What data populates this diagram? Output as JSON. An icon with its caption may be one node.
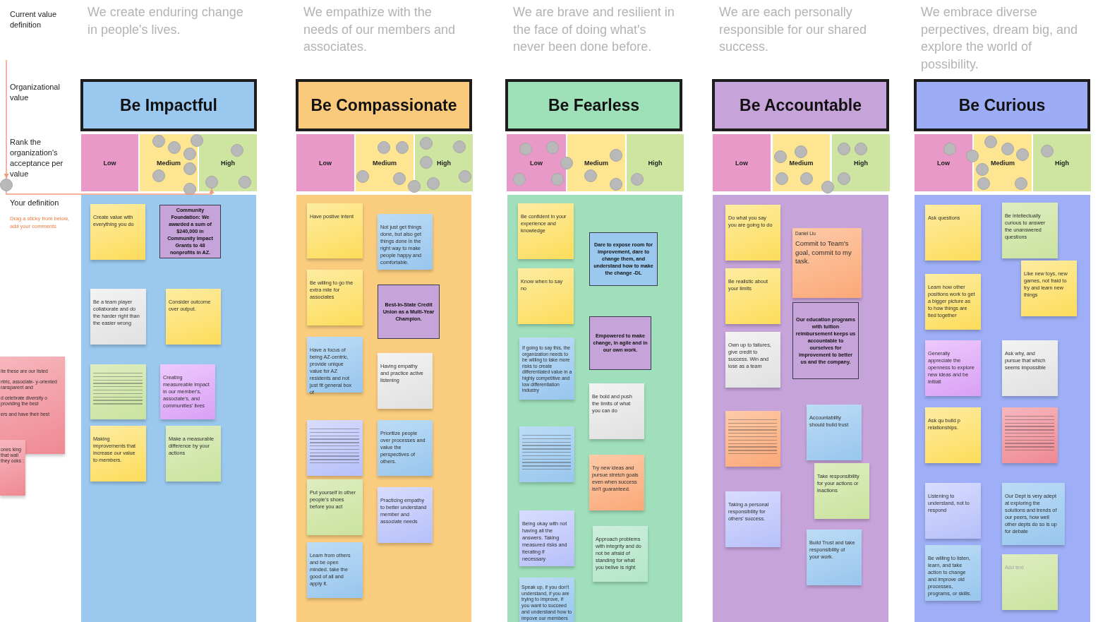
{
  "diagram": {
    "nodes": [
      {
        "text": [],
        "shape": "circle"
      },
      {
        "text": [
          "ite these are our listed",
          "ntric, associate- y-oriented ransparent and",
          "d celebrate diversity o providing the best",
          "ers and have their best"
        ]
      },
      {
        "text": [
          "ones king that wall they ooks :"
        ]
      },
      {
        "text": [
          "Be Impactful"
        ]
      },
      {
        "text": [
          "Low"
        ]
      },
      {
        "text": [
          "Medium"
        ]
      },
      {
        "text": [
          "High"
        ]
      },
      {
        "text": [],
        "shape": "circle",
        "in": 5
      },
      {
        "text": [],
        "shape": "circle",
        "in": 5
      },
      {
        "text": [],
        "shape": "circle"
      },
      {
        "text": [],
        "shape": "circle",
        "in": 5
      },
      {
        "text": [],
        "shape": "circle",
        "in": 5
      },
      {
        "text": [],
        "shape": "circle",
        "in": 5
      },
      {
        "text": [],
        "shape": "circle"
      },
      {
        "text": [],
        "shape": "circle",
        "in": 6
      },
      {
        "text": [],
        "shape": "circle",
        "in": 6
      },
      {
        "text": [],
        "shape": "circle",
        "in": 6
      },
      {
        "text": [],
        "shape": "box"
      },
      {
        "text": [
          "Create value with everything you do"
        ],
        "in": 17
      },
      {
        "text": [
          "Community Foundation: We awarded a sum of $240,000 in Community Impact Grants to 48 nonprofits in AZ."
        ],
        "in": 17
      },
      {
        "text": [
          "Be a team player collaborate and do the harder right than the easier wrong"
        ],
        "in": 17
      },
      {
        "text": [
          "Consider outcome over output."
        ],
        "in": 17
      },
      {
        "text": [],
        "shape": "box",
        "in": 17
      },
      {
        "text": [
          "Creating measureable impact in our member's, associate's, and communities' lives"
        ],
        "in": 17
      },
      {
        "text": [
          "Making improvements that increase our value to members."
        ],
        "in": 17
      },
      {
        "text": [
          "Make a measurable difference by your actions"
        ],
        "in": 17
      },
      {
        "text": [
          "Be Compassionate"
        ]
      },
      {
        "text": [
          "Low"
        ]
      },
      {
        "text": [
          "Medium"
        ]
      },
      {
        "text": [
          "High"
        ]
      },
      {
        "text": [],
        "shape": "circle",
        "in": 28
      },
      {
        "text": [],
        "shape": "circle",
        "in": 28
      },
      {
        "text": [],
        "shape": "circle",
        "in": 29
      },
      {
        "text": [],
        "shape": "circle",
        "in": 29
      },
      {
        "text": [],
        "shape": "circle",
        "in": 29
      },
      {
        "text": [],
        "shape": "circle",
        "in": 28
      },
      {
        "text": [],
        "shape": "circle",
        "in": 28
      },
      {
        "text": [],
        "shape": "circle"
      },
      {
        "text": [],
        "shape": "circle",
        "in": 29
      },
      {
        "text": [],
        "shape": "circle",
        "in": 29
      },
      {
        "text": [],
        "shape": "box"
      },
      {
        "text": [
          "Have postive intent"
        ],
        "in": 40
      },
      {
        "text": [
          "Not just get things done, but also get things done in the right way to make people happy and comfortable."
        ],
        "in": 40
      },
      {
        "text": [
          "Be willing to go the extra mile for associates"
        ],
        "in": 40
      },
      {
        "text": [
          "Best-In-State Credit Union as a Multi-Year Champion."
        ],
        "in": 40
      },
      {
        "text": [
          "Have a focus of being AZ-centric, provide unique value for AZ residents and not just fit general box of"
        ],
        "in": 40
      },
      {
        "text": [
          "Having empathy and practice active listening"
        ],
        "in": 40
      },
      {
        "text": [],
        "shape": "box",
        "in": 40
      },
      {
        "text": [
          "Prioritize people over processes and value the perspectives of others."
        ],
        "in": 40
      },
      {
        "text": [
          "Put yourself in other people's shoes before you act"
        ],
        "in": 40
      },
      {
        "text": [
          "Practicing empathy to better understand member and associate needs"
        ],
        "in": 40
      },
      {
        "text": [
          "Learn from others and be open minded. take the good of all and apply it."
        ],
        "in": 40
      },
      {
        "text": [
          "Be Fearless"
        ]
      },
      {
        "text": [
          "Low"
        ]
      },
      {
        "text": [
          "Medium"
        ]
      },
      {
        "text": [
          "High"
        ]
      },
      {
        "text": [],
        "shape": "circle",
        "in": 53
      },
      {
        "text": [],
        "shape": "circle",
        "in": 53
      },
      {
        "text": [],
        "shape": "circle"
      },
      {
        "text": [],
        "shape": "circle",
        "in": 54
      },
      {
        "text": [],
        "shape": "circle",
        "in": 53
      },
      {
        "text": [],
        "shape": "circle",
        "in": 53
      },
      {
        "text": [],
        "shape": "circle",
        "in": 54
      },
      {
        "text": [],
        "shape": "circle",
        "in": 54
      },
      {
        "text": [],
        "shape": "circle",
        "in": 55
      },
      {
        "text": [],
        "shape": "box"
      },
      {
        "text": [
          "Be confident in your experience and knowledge"
        ],
        "in": 65
      },
      {
        "text": [
          "Dare to expose room for improvement, dare to change them, and understand how to make the change -DL"
        ],
        "in": 65
      },
      {
        "text": [
          "Know when to say no"
        ],
        "in": 65
      },
      {
        "text": [
          "Empowered to make change, in agile and in our own work."
        ],
        "in": 65
      },
      {
        "text": [
          "If going to say this, the organization needs to be willing to take more risks to create differentiated value in a highly competitive and low differentiation industry"
        ],
        "in": 65
      },
      {
        "text": [
          "Be bold and push the limits of what you can do"
        ],
        "in": 65
      },
      {
        "text": [],
        "shape": "box",
        "in": 65
      },
      {
        "text": [
          "Try new ideas and pursue stretch goals even when success isn't guaranteed."
        ],
        "in": 65
      },
      {
        "text": [
          "Being okay with not having all the answers. Taking measured risks and iterating if necessary"
        ],
        "in": 65
      },
      {
        "text": [
          "Approach problems with integrity and do not be afraid of standing for what you belive is right"
        ],
        "in": 65
      },
      {
        "text": [
          "Speak up, if you don't understand, if you are trying to improve, if you want to succeed and understand how to impove our members"
        ],
        "in": 65
      },
      {
        "text": [
          "Be Accountable"
        ]
      },
      {
        "text": [
          "Low"
        ]
      },
      {
        "text": [
          "Medium"
        ]
      },
      {
        "text": [
          "High"
        ]
      },
      {
        "text": [],
        "shape": "circle",
        "in": 79
      },
      {
        "text": [],
        "shape": "circle",
        "in": 79
      },
      {
        "text": [],
        "shape": "circle",
        "in": 80
      },
      {
        "text": [],
        "shape": "circle",
        "in": 80
      },
      {
        "text": [],
        "shape": "circle",
        "in": 79
      },
      {
        "text": [],
        "shape": "circle",
        "in": 79
      },
      {
        "text": [],
        "shape": "circle"
      },
      {
        "text": [],
        "shape": "circle",
        "in": 80
      },
      {
        "text": [],
        "shape": "box"
      },
      {
        "text": [
          "Do what you say you are going to do"
        ],
        "in": 89
      },
      {
        "text": [
          "Daniel Liu",
          "Commit to Team's goal, commit to my task."
        ],
        "in": 89
      },
      {
        "text": [
          "Be realistic about your limits"
        ],
        "in": 89
      },
      {
        "text": [
          "Our education programs with tuition reimbursement keeps us accountable to ourselves for improvement to better us and the company."
        ],
        "in": 89
      },
      {
        "text": [
          "Own up to failures, give credit to success. Win and lose as a team"
        ],
        "in": 89
      },
      {
        "text": [],
        "shape": "box",
        "in": 89
      },
      {
        "text": [
          "Accountability should build trust"
        ],
        "in": 89
      },
      {
        "text": [
          "Take responsibility for your actions or inactions"
        ],
        "in": 89
      },
      {
        "text": [
          "Taking a personal responsibility for others' success."
        ],
        "in": 89
      },
      {
        "text": [
          "Build Trust and take responsibility of your work."
        ],
        "in": 89
      },
      {
        "text": [
          "Be Curious"
        ]
      },
      {
        "text": [
          "Low"
        ]
      },
      {
        "text": [
          "Medium"
        ]
      },
      {
        "text": [
          "High"
        ]
      },
      {
        "text": [],
        "shape": "circle",
        "in": 101
      },
      {
        "text": [],
        "shape": "circle"
      },
      {
        "text": [],
        "shape": "circle",
        "in": 102
      },
      {
        "text": [],
        "shape": "circle",
        "in": 102
      },
      {
        "text": [],
        "shape": "circle",
        "in": 102
      },
      {
        "text": [],
        "shape": "circle",
        "in": 102
      },
      {
        "text": [],
        "shape": "circle",
        "in": 102
      },
      {
        "text": [],
        "shape": "circle",
        "in": 102
      },
      {
        "text": [],
        "shape": "circle",
        "in": 103
      },
      {
        "text": [],
        "shape": "box"
      },
      {
        "text": [
          "Ask questions"
        ],
        "in": 113
      },
      {
        "text": [
          "Be intellectually curious to answer the unanswered questions"
        ],
        "in": 113
      },
      {
        "text": [
          "Like new toys, new games, not fraid to try and learn new things"
        ],
        "in": 113
      },
      {
        "text": [
          "Learn how other positions work to get a bigger picture as to how things are tied together"
        ],
        "in": 113
      },
      {
        "text": [
          "Generally appreciate the openness to explore new ideas and be initiati"
        ],
        "in": 113
      },
      {
        "text": [
          "Ask why, and pursue that which seems impossible"
        ],
        "in": 113
      },
      {
        "text": [
          "Ask qu build p relationships."
        ],
        "in": 113
      },
      {
        "text": [],
        "shape": "box",
        "in": 113
      },
      {
        "text": [
          "Listening to understand, not to respond"
        ],
        "in": 113
      },
      {
        "text": [
          "Our Dept is very adept at exploring the solutions and trends of our peers, how well other depts do so is up for debate"
        ],
        "in": 113
      },
      {
        "text": [
          "Be willing to listen, learn, and take action to change and improve old processes, programs, or skills."
        ],
        "in": 113
      },
      {
        "text": [
          "Add text"
        ],
        "in": 113
      }
    ],
    "edges": [
      {
        "from": null,
        "to": 0,
        "arrow": "to"
      },
      {
        "from": 0,
        "to": 15,
        "arrow": "to"
      }
    ],
    "labels": [
      "Current value definition",
      "We create enduring change in people's lives.",
      "We empathize with the needs of our members and associates.",
      "We are brave and resilient in the face of doing what's never been done before.",
      "We are each personally responsible for our shared success.",
      "We embrace diverse perpectives, dream big, and explore the world of possibility.",
      "Organizational value",
      "Rank the organization's acceptance per value",
      "Your definition",
      "Drag a sticky from below, add your comments"
    ]
  }
}
